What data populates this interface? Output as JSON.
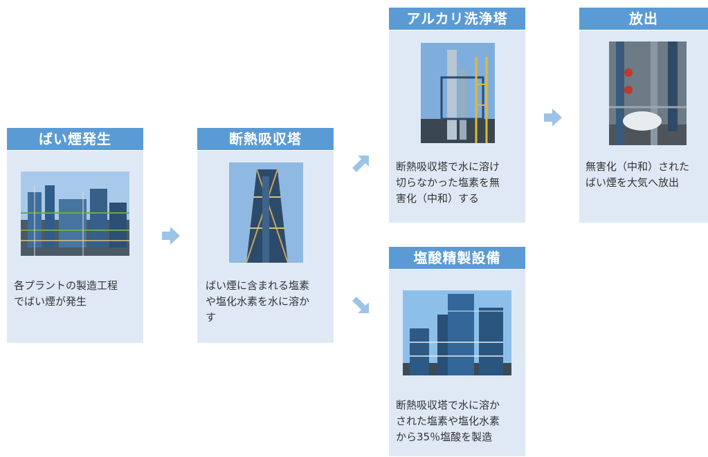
{
  "steps": [
    {
      "title": "ばい煙発生",
      "photo": "chemical-plant-photo",
      "description": "各プラントの製造工程\nでばい煙が発生"
    },
    {
      "title": "断熱吸収塔",
      "photo": "absorption-tower-photo",
      "description": "ばい煙に含まれる塩素\nや塩化水素を水に溶か\nす"
    },
    {
      "title": "アルカリ洗浄塔",
      "photo": "alkali-scrubber-photo",
      "description": "断熱吸収塔で水に溶け\n切らなかった塩素を無\n害化（中和）する"
    },
    {
      "title": "放出",
      "photo": "release-equipment-photo",
      "description": "無害化（中和）された\nばい煙を大気へ放出"
    },
    {
      "title": "塩酸精製設備",
      "photo": "hydrochloric-acid-plant-photo",
      "description": "断熱吸収塔で水に溶か\nされた塩素や塩化水素\nから35％塩酸を製造"
    }
  ],
  "arrows": [
    {
      "icon": "arrow-right-icon"
    },
    {
      "icon": "arrow-up-right-icon"
    },
    {
      "icon": "arrow-down-right-icon"
    },
    {
      "icon": "arrow-right-icon"
    }
  ],
  "colors": {
    "title_bar": "#5a9bd5",
    "card_bg": "#dfe9f5",
    "arrow": "#9dc3e6",
    "text": "#333333"
  }
}
